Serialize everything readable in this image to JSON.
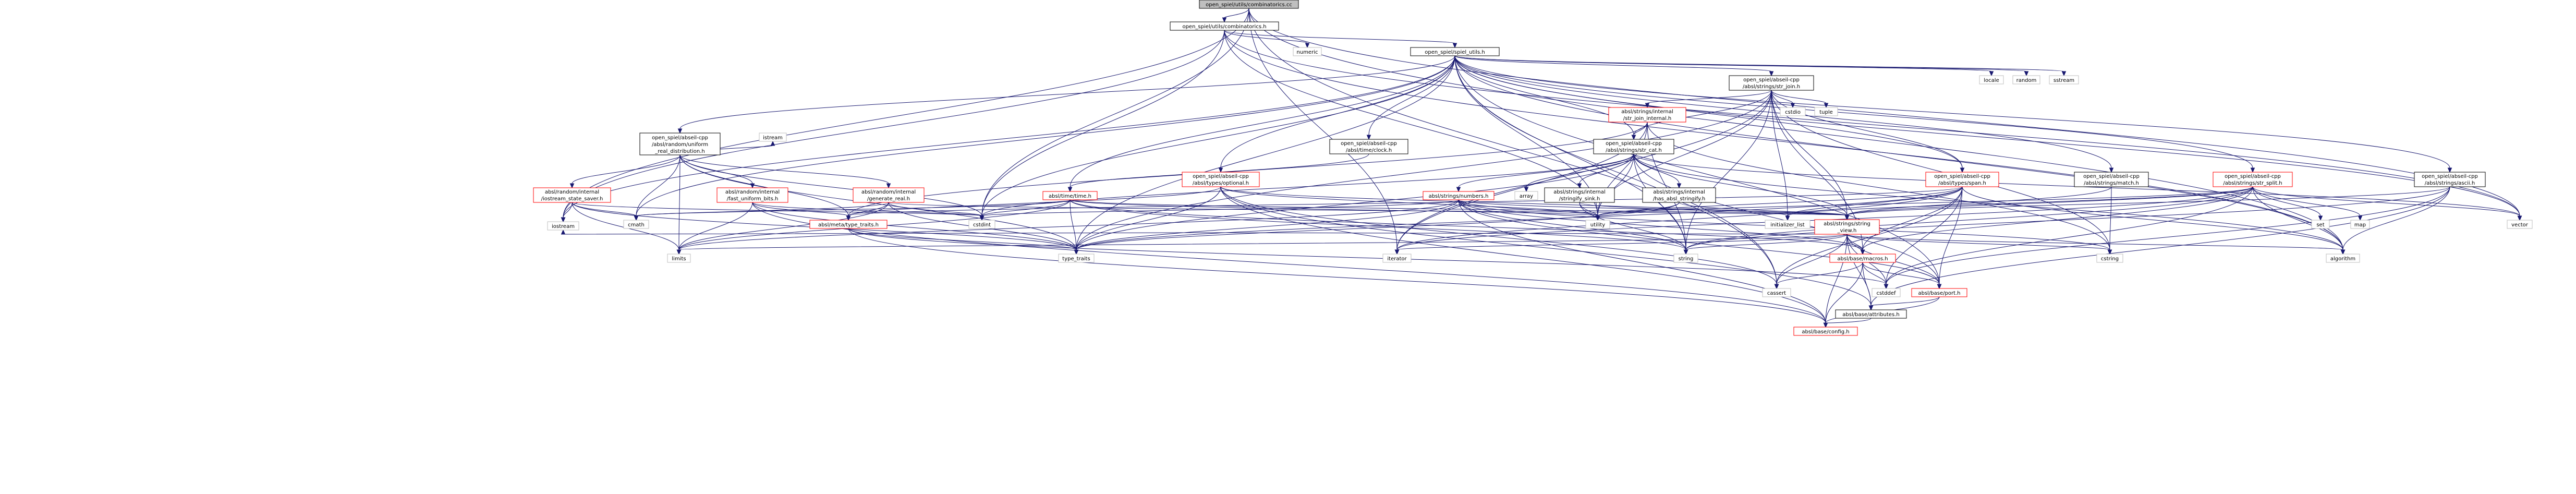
{
  "diagram": {
    "nodes": [
      {
        "id": "root",
        "lines": [
          "open_spiel/utils/combinatorics.cc"
        ]
      },
      {
        "id": "combh",
        "lines": [
          "open_spiel/utils/combinatorics.h"
        ]
      },
      {
        "id": "spiel",
        "lines": [
          "open_spiel/spiel_utils.h"
        ]
      },
      {
        "id": "strjoin",
        "lines": [
          "open_spiel/abseil-cpp",
          "/absl/strings/str_join.h"
        ]
      },
      {
        "id": "urd",
        "lines": [
          "open_spiel/abseil-cpp",
          "/absl/random/uniform",
          "_real_distribution.h"
        ]
      },
      {
        "id": "strjoinint",
        "lines": [
          "absl/strings/internal",
          "/str_join_internal.h"
        ]
      },
      {
        "id": "strcat",
        "lines": [
          "open_spiel/abseil-cpp",
          "/absl/strings/str_cat.h"
        ]
      },
      {
        "id": "clock",
        "lines": [
          "open_spiel/abseil-cpp",
          "/absl/time/clock.h"
        ]
      },
      {
        "id": "optional",
        "lines": [
          "open_spiel/abseil-cpp",
          "/absl/types/optional.h"
        ]
      },
      {
        "id": "span",
        "lines": [
          "open_spiel/abseil-cpp",
          "/absl/types/span.h"
        ]
      },
      {
        "id": "match",
        "lines": [
          "open_spiel/abseil-cpp",
          "/absl/strings/match.h"
        ]
      },
      {
        "id": "strsplit",
        "lines": [
          "open_spiel/abseil-cpp",
          "/absl/strings/str_split.h"
        ]
      },
      {
        "id": "ascii",
        "lines": [
          "open_spiel/abseil-cpp",
          "/absl/strings/ascii.h"
        ]
      },
      {
        "id": "iostate",
        "lines": [
          "absl/random/internal",
          "/iostream_state_saver.h"
        ]
      },
      {
        "id": "fastuni",
        "lines": [
          "absl/random/internal",
          "/fast_uniform_bits.h"
        ]
      },
      {
        "id": "genreal",
        "lines": [
          "absl/random/internal",
          "/generate_real.h"
        ]
      },
      {
        "id": "time",
        "lines": [
          "absl/time/time.h"
        ]
      },
      {
        "id": "numbers",
        "lines": [
          "absl/strings/numbers.h"
        ]
      },
      {
        "id": "stringify",
        "lines": [
          "absl/strings/internal",
          "/stringify_sink.h"
        ]
      },
      {
        "id": "hasabsl",
        "lines": [
          "absl/strings/internal",
          "/has_absl_stringify.h"
        ]
      },
      {
        "id": "strview",
        "lines": [
          "absl/strings/string",
          "_view.h"
        ]
      },
      {
        "id": "typetraits",
        "lines": [
          "absl/meta/type_traits.h"
        ]
      },
      {
        "id": "macros",
        "lines": [
          "absl/base/macros.h"
        ]
      },
      {
        "id": "port",
        "lines": [
          "absl/base/port.h"
        ]
      },
      {
        "id": "attributes",
        "lines": [
          "absl/base/attributes.h"
        ]
      },
      {
        "id": "config",
        "lines": [
          "absl/base/config.h"
        ]
      },
      {
        "id": "numeric",
        "lines": [
          "numeric"
        ]
      },
      {
        "id": "iostream",
        "lines": [
          "iostream"
        ]
      },
      {
        "id": "cstdio",
        "lines": [
          "cstdio"
        ]
      },
      {
        "id": "tuple",
        "lines": [
          "tuple"
        ]
      },
      {
        "id": "locale",
        "lines": [
          "locale"
        ]
      },
      {
        "id": "random",
        "lines": [
          "random"
        ]
      },
      {
        "id": "sstream",
        "lines": [
          "sstream"
        ]
      },
      {
        "id": "array",
        "lines": [
          "array"
        ]
      },
      {
        "id": "istream",
        "lines": [
          "istream"
        ]
      },
      {
        "id": "cmath",
        "lines": [
          "cmath"
        ]
      },
      {
        "id": "limits",
        "lines": [
          "limits"
        ]
      },
      {
        "id": "cstdint",
        "lines": [
          "cstdint"
        ]
      },
      {
        "id": "typetraitsstd",
        "lines": [
          "type_traits"
        ]
      },
      {
        "id": "utility",
        "lines": [
          "utility"
        ]
      },
      {
        "id": "initlist",
        "lines": [
          "initializer_list"
        ]
      },
      {
        "id": "iterator",
        "lines": [
          "iterator"
        ]
      },
      {
        "id": "string",
        "lines": [
          "string"
        ]
      },
      {
        "id": "cstring",
        "lines": [
          "cstring"
        ]
      },
      {
        "id": "algorithm",
        "lines": [
          "algorithm"
        ]
      },
      {
        "id": "set",
        "lines": [
          "set"
        ]
      },
      {
        "id": "map",
        "lines": [
          "map"
        ]
      },
      {
        "id": "vector",
        "lines": [
          "vector"
        ]
      },
      {
        "id": "cassert",
        "lines": [
          "cassert"
        ]
      },
      {
        "id": "cstddef",
        "lines": [
          "cstddef"
        ]
      }
    ],
    "edges": [
      [
        "root",
        "combh"
      ],
      [
        "root",
        "vector"
      ],
      [
        "root",
        "iostream"
      ],
      [
        "root",
        "cassert"
      ],
      [
        "root",
        "algorithm"
      ],
      [
        "root",
        "iterator"
      ],
      [
        "root",
        "cstdint"
      ],
      [
        "combh",
        "spiel"
      ],
      [
        "combh",
        "numeric"
      ],
      [
        "combh",
        "iostream"
      ],
      [
        "combh",
        "vector"
      ],
      [
        "combh",
        "algorithm"
      ],
      [
        "combh",
        "utility"
      ],
      [
        "combh",
        "cstdint"
      ],
      [
        "spiel",
        "strjoin"
      ],
      [
        "spiel",
        "urd"
      ],
      [
        "spiel",
        "clock"
      ],
      [
        "spiel",
        "optional"
      ],
      [
        "spiel",
        "span"
      ],
      [
        "spiel",
        "match"
      ],
      [
        "spiel",
        "strsplit"
      ],
      [
        "spiel",
        "ascii"
      ],
      [
        "spiel",
        "strcat"
      ],
      [
        "spiel",
        "time"
      ],
      [
        "spiel",
        "locale"
      ],
      [
        "spiel",
        "random"
      ],
      [
        "spiel",
        "sstream"
      ],
      [
        "spiel",
        "vector"
      ],
      [
        "spiel",
        "algorithm"
      ],
      [
        "spiel",
        "cmath"
      ],
      [
        "spiel",
        "cstdint"
      ],
      [
        "spiel",
        "string"
      ],
      [
        "spiel",
        "cassert"
      ],
      [
        "spiel",
        "iostream"
      ],
      [
        "spiel",
        "utility"
      ],
      [
        "spiel",
        "typetraitsstd"
      ],
      [
        "spiel",
        "port"
      ],
      [
        "strjoin",
        "strjoinint"
      ],
      [
        "strjoin",
        "strcat"
      ],
      [
        "strjoin",
        "span"
      ],
      [
        "strjoin",
        "strview"
      ],
      [
        "strjoin",
        "cstdio"
      ],
      [
        "strjoin",
        "tuple"
      ],
      [
        "strjoin",
        "cstring"
      ],
      [
        "strjoin",
        "iterator"
      ],
      [
        "strjoin",
        "initlist"
      ],
      [
        "strjoin",
        "string"
      ],
      [
        "strjoin",
        "utility"
      ],
      [
        "strjoin",
        "macros"
      ],
      [
        "strjoin",
        "typetraitsstd"
      ],
      [
        "strjoinint",
        "strcat"
      ],
      [
        "strjoinint",
        "typetraits"
      ],
      [
        "strjoinint",
        "iterator"
      ],
      [
        "strjoinint",
        "cstring"
      ],
      [
        "strjoinint",
        "utility"
      ],
      [
        "strjoinint",
        "string"
      ],
      [
        "strcat",
        "numbers"
      ],
      [
        "strcat",
        "stringify"
      ],
      [
        "strcat",
        "hasabsl"
      ],
      [
        "strcat",
        "strview"
      ],
      [
        "strcat",
        "array"
      ],
      [
        "strcat",
        "vector"
      ],
      [
        "strcat",
        "cstdint"
      ],
      [
        "strcat",
        "typetraitsstd"
      ],
      [
        "strcat",
        "utility"
      ],
      [
        "strcat",
        "string"
      ],
      [
        "strcat",
        "algorithm"
      ],
      [
        "strcat",
        "port"
      ],
      [
        "urd",
        "iostate"
      ],
      [
        "urd",
        "fastuni"
      ],
      [
        "urd",
        "genreal"
      ],
      [
        "urd",
        "istream"
      ],
      [
        "urd",
        "cmath"
      ],
      [
        "urd",
        "limits"
      ],
      [
        "urd",
        "cstdint"
      ],
      [
        "urd",
        "typetraitsstd"
      ],
      [
        "urd",
        "typetraits"
      ],
      [
        "iostate",
        "iostream"
      ],
      [
        "iostate",
        "cmath"
      ],
      [
        "iostate",
        "limits"
      ],
      [
        "iostate",
        "typetraitsstd"
      ],
      [
        "iostate",
        "cstdint"
      ],
      [
        "fastuni",
        "limits"
      ],
      [
        "fastuni",
        "cstdint"
      ],
      [
        "fastuni",
        "typetraitsstd"
      ],
      [
        "fastuni",
        "config"
      ],
      [
        "fastuni",
        "typetraits"
      ],
      [
        "genreal",
        "cmath"
      ],
      [
        "genreal",
        "cstdint"
      ],
      [
        "genreal",
        "limits"
      ],
      [
        "genreal",
        "typetraitsstd"
      ],
      [
        "genreal",
        "typetraits"
      ],
      [
        "genreal",
        "strview"
      ],
      [
        "clock",
        "time"
      ],
      [
        "time",
        "cmath"
      ],
      [
        "time",
        "cstdint"
      ],
      [
        "time",
        "limits"
      ],
      [
        "time",
        "string"
      ],
      [
        "time",
        "utility"
      ],
      [
        "time",
        "strview"
      ],
      [
        "time",
        "typetraitsstd"
      ],
      [
        "time",
        "macros"
      ],
      [
        "optional",
        "utility"
      ],
      [
        "optional",
        "typetraitsstd"
      ],
      [
        "optional",
        "typetraits"
      ],
      [
        "optional",
        "config"
      ],
      [
        "optional",
        "attributes"
      ],
      [
        "optional",
        "initlist"
      ],
      [
        "optional",
        "cassert"
      ],
      [
        "span",
        "algorithm"
      ],
      [
        "span",
        "cassert"
      ],
      [
        "span",
        "cstddef"
      ],
      [
        "span",
        "initlist"
      ],
      [
        "span",
        "iterator"
      ],
      [
        "span",
        "typetraitsstd"
      ],
      [
        "span",
        "utility"
      ],
      [
        "span",
        "macros"
      ],
      [
        "span",
        "port"
      ],
      [
        "span",
        "typetraits"
      ],
      [
        "match",
        "strview"
      ],
      [
        "match",
        "cstring"
      ],
      [
        "strsplit",
        "strview"
      ],
      [
        "strsplit",
        "algorithm"
      ],
      [
        "strsplit",
        "cstddef"
      ],
      [
        "strsplit",
        "map"
      ],
      [
        "strsplit",
        "set"
      ],
      [
        "strsplit",
        "string"
      ],
      [
        "strsplit",
        "utility"
      ],
      [
        "strsplit",
        "vector"
      ],
      [
        "strsplit",
        "macros"
      ],
      [
        "strsplit",
        "initlist"
      ],
      [
        "strsplit",
        "iterator"
      ],
      [
        "ascii",
        "strview"
      ],
      [
        "ascii",
        "algorithm"
      ],
      [
        "ascii",
        "attributes"
      ],
      [
        "ascii",
        "string"
      ],
      [
        "ascii",
        "cstddef"
      ],
      [
        "numbers",
        "strview"
      ],
      [
        "numbers",
        "cstdint"
      ],
      [
        "numbers",
        "cstring"
      ],
      [
        "numbers",
        "limits"
      ],
      [
        "numbers",
        "string"
      ],
      [
        "numbers",
        "typetraitsstd"
      ],
      [
        "numbers",
        "config"
      ],
      [
        "numbers",
        "macros"
      ],
      [
        "numbers",
        "port"
      ],
      [
        "numbers",
        "utility"
      ],
      [
        "stringify",
        "string"
      ],
      [
        "stringify",
        "utility"
      ],
      [
        "stringify",
        "strview"
      ],
      [
        "hasabsl",
        "utility"
      ],
      [
        "hasabsl",
        "typetraitsstd"
      ],
      [
        "hasabsl",
        "strview"
      ],
      [
        "strview",
        "algorithm"
      ],
      [
        "strview",
        "cassert"
      ],
      [
        "strview",
        "cstddef"
      ],
      [
        "strview",
        "cstring"
      ],
      [
        "strview",
        "iostream"
      ],
      [
        "strview",
        "iterator"
      ],
      [
        "strview",
        "limits"
      ],
      [
        "strview",
        "string"
      ],
      [
        "strview",
        "config"
      ],
      [
        "strview",
        "attributes"
      ],
      [
        "strview",
        "macros"
      ],
      [
        "strview",
        "port"
      ],
      [
        "typetraits",
        "cstddef"
      ],
      [
        "typetraits",
        "typetraitsstd"
      ],
      [
        "typetraits",
        "config"
      ],
      [
        "macros",
        "cassert"
      ],
      [
        "macros",
        "cstddef"
      ],
      [
        "macros",
        "attributes"
      ],
      [
        "macros",
        "config"
      ],
      [
        "macros",
        "port"
      ],
      [
        "port",
        "attributes"
      ],
      [
        "port",
        "config"
      ],
      [
        "attributes",
        "config"
      ]
    ]
  }
}
